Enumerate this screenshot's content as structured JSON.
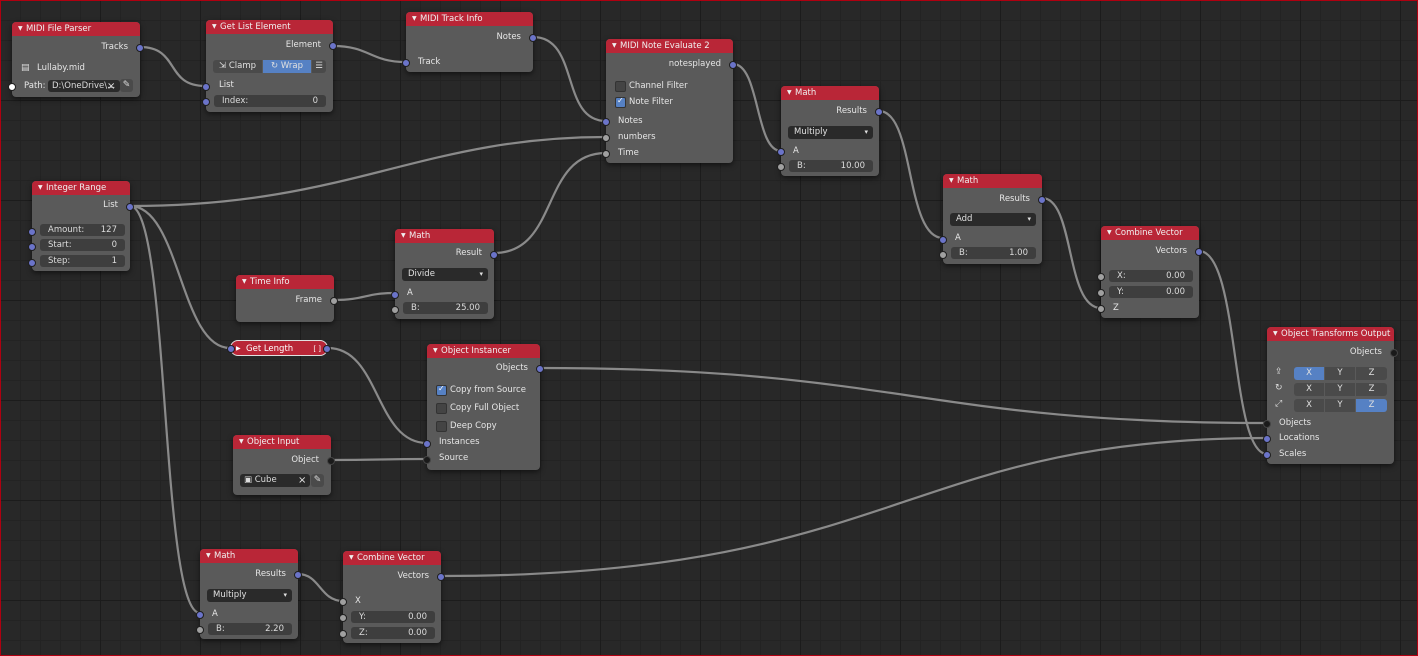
{
  "nodes": {
    "midi_parser": {
      "title": "MIDI File Parser",
      "out_tracks": "Tracks",
      "file": "Lullaby.mid",
      "path_label": "Path:",
      "path_value": "D:\\OneDrive\\..."
    },
    "get_list": {
      "title": "Get List Element",
      "out": "Element",
      "clamp": "Clamp",
      "wrap": "Wrap",
      "in_list": "List",
      "index_label": "Index:",
      "index_value": "0"
    },
    "track_info": {
      "title": "MIDI Track Info",
      "out": "Notes",
      "in": "Track"
    },
    "note_eval": {
      "title": "MIDI Note Evaluate 2",
      "out": "notesplayed",
      "channel_filter": "Channel Filter",
      "note_filter": "Note Filter",
      "in_notes": "Notes",
      "in_numbers": "numbers",
      "in_time": "Time"
    },
    "math1": {
      "title": "Math",
      "out": "Results",
      "op": "Multiply",
      "in_a": "A",
      "b_label": "B:",
      "b_value": "10.00"
    },
    "math2": {
      "title": "Math",
      "out": "Results",
      "op": "Add",
      "in_a": "A",
      "b_label": "B:",
      "b_value": "1.00"
    },
    "combine1": {
      "title": "Combine Vector",
      "out": "Vectors",
      "x_label": "X:",
      "x_value": "0.00",
      "y_label": "Y:",
      "y_value": "0.00",
      "z_label": "Z"
    },
    "int_range": {
      "title": "Integer Range",
      "out": "List",
      "amount_label": "Amount:",
      "amount_value": "127",
      "start_label": "Start:",
      "start_value": "0",
      "step_label": "Step:",
      "step_value": "1"
    },
    "math3": {
      "title": "Math",
      "out": "Result",
      "op": "Divide",
      "in_a": "A",
      "b_label": "B:",
      "b_value": "25.00"
    },
    "time_info": {
      "title": "Time Info",
      "out": "Frame"
    },
    "get_length": {
      "title": "Get Length",
      "mark": "[ ]"
    },
    "instancer": {
      "title": "Object Instancer",
      "out": "Objects",
      "copy_source": "Copy from Source",
      "copy_full": "Copy Full Object",
      "deep_copy": "Deep Copy",
      "in_instances": "Instances",
      "in_source": "Source"
    },
    "obj_input": {
      "title": "Object Input",
      "out": "Object",
      "value": "Cube"
    },
    "transforms": {
      "title": "Object Transforms Output",
      "out": "Objects",
      "axes": [
        "X",
        "Y",
        "Z"
      ],
      "in_objects": "Objects",
      "in_locations": "Locations",
      "in_scales": "Scales"
    },
    "math4": {
      "title": "Math",
      "out": "Results",
      "op": "Multiply",
      "in_a": "A",
      "b_label": "B:",
      "b_value": "2.20"
    },
    "combine2": {
      "title": "Combine Vector",
      "out": "Vectors",
      "x_label": "X",
      "y_label": "Y:",
      "y_value": "0.00",
      "z_label": "Z:",
      "z_value": "0.00"
    }
  },
  "icons": {
    "clear": "×",
    "eyedropper": "eyedropper-icon",
    "chevron": "▾",
    "collapse": "▼",
    "expand": "▶"
  }
}
